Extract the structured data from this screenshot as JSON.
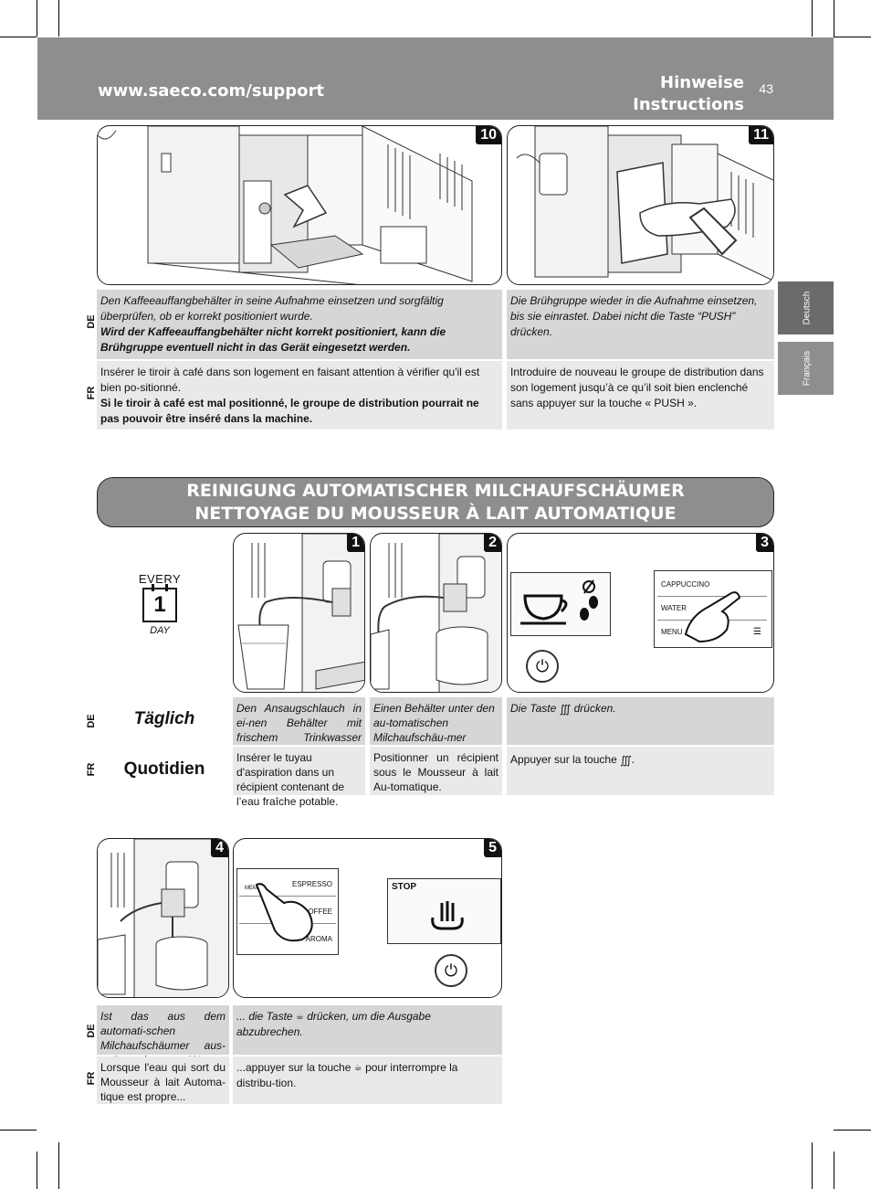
{
  "header": {
    "url": "www.saeco.com/support",
    "title_de": "Hinweise",
    "title_fr": "Instructions",
    "page_number": "43"
  },
  "side_tabs": [
    "Deutsch",
    "Français"
  ],
  "top_steps": [
    {
      "number": "10",
      "de_text": "Den Kaffeeauffangbehälter in seine Aufnahme einsetzen und sorgfältig überprüfen, ob er korrekt positioniert wurde.",
      "de_bold": "Wird der Kaffeeauffangbehälter nicht korrekt positioniert, kann die Brühgruppe eventuell nicht in das Gerät eingesetzt werden.",
      "fr_text": "Insérer le tiroir à café dans son logement en faisant attention à vérifier qu'il est bien po-sitionné.",
      "fr_bold": "Si le tiroir à café est mal positionné, le groupe de distribution pourrait ne pas pouvoir être inséré dans la machine."
    },
    {
      "number": "11",
      "de_text": "Die Brühgruppe wieder in die Aufnahme einsetzen, bis sie einrastet. Dabei nicht die Taste “PUSH” drücken.",
      "fr_text": "Introduire de nouveau le groupe de distribution dans son logement jusqu’à ce qu’il soit bien enclenché sans appuyer sur la touche « PUSH »."
    }
  ],
  "lang_labels": {
    "de": "DE",
    "fr": "FR"
  },
  "section_title": {
    "line1": "REINIGUNG AUTOMATISCHER MILCHAUFSCHÄUMER",
    "line2": "NETTOYAGE DU MOUSSEUR À LAIT AUTOMATIQUE"
  },
  "calendar": {
    "top": "EVERY",
    "day_number": "1",
    "bottom": "DAY"
  },
  "frequency": {
    "de": "Täglich",
    "fr": "Quotidien"
  },
  "daily_steps": [
    {
      "number": "1",
      "de_text": "Den Ansaugschlauch in ei-nen Behälter mit frischem Trinkwasser einstecken.",
      "fr_text": "Insérer le tuyau d'aspiration dans un récipient contenant de l’eau fraîche potable."
    },
    {
      "number": "2",
      "de_text": "Einen Behälter unter den au-tomatischen Milchaufschäu-mer stellen.",
      "fr_text": "Positionner un récipient sous le Mousseur à lait Au-tomatique."
    },
    {
      "number": "3",
      "de_pre": "Die Taste",
      "de_post": "drücken.",
      "fr_pre": "Appuyer sur la touche",
      "fr_post": ".",
      "panel_labels": [
        "CAPPUCCINO",
        "WATER",
        "MENU"
      ]
    }
  ],
  "stop_steps": [
    {
      "number": "4",
      "de_text": "Ist das aus dem automati-schen Milchaufschäumer aus-strömende Wasser sauber ...",
      "fr_text": "Lorsque l'eau qui sort du Mousseur à lait Automa-tique est propre..."
    },
    {
      "number": "5",
      "de_pre": "... die Taste",
      "de_post": "drücken, um die Ausgabe abzubrechen.",
      "fr_pre": "...appuyer sur la touche",
      "fr_post": "pour interrompre la distribu-tion.",
      "panel_labels": [
        "ESPRESSO",
        "COFFEE",
        "AROMA"
      ],
      "memo_label": "MEMO",
      "display_text": "STOP"
    }
  ],
  "colors": {
    "header_gray": "#8e8e8e",
    "tab_dark": "#6b6b6b",
    "de_row": "#d6d6d6",
    "fr_row": "#e9e9e9"
  }
}
